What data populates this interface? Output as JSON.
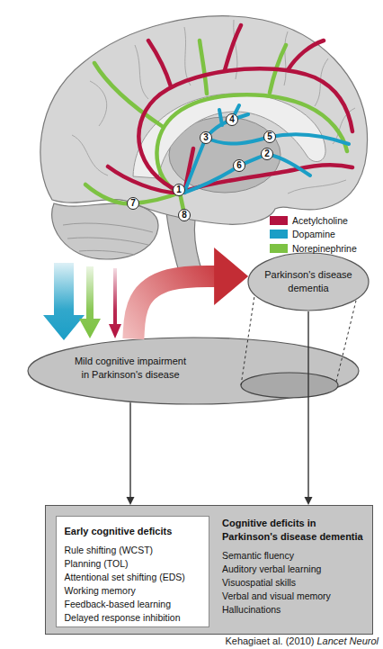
{
  "diagram": {
    "nodes": [
      {
        "text": [
          "Parkinson's disease dementia"
        ]
      },
      {
        "text": [
          "Mild cognitive impairment in Parkinson's disease"
        ]
      },
      {
        "text": [
          "Cognitive deficits in Parkinson's disease dementia",
          "Semantic fluency",
          "Auditory verbal learning",
          "Visuospatial skills",
          "Verbal and visual memory",
          "Hallucinations"
        ]
      },
      {
        "text": [
          "Early cognitive deficits",
          "Rule shifting (WCST)",
          "Planning (TOL)",
          "Attentional set shifting (EDS)",
          "Working memory",
          "Feedback-based learning",
          "Delayed response inhibition"
        ],
        "in": 2
      }
    ],
    "edges": [
      {
        "from": 1,
        "to": 0,
        "arrow": "to"
      },
      {
        "from": 1,
        "to": 2,
        "arrow": "to"
      },
      {
        "from": 0,
        "to": 2,
        "arrow": "to"
      }
    ],
    "labels": [
      "1",
      "2",
      "3",
      "4",
      "5",
      "6",
      "7",
      "8",
      "Kehagiaet al. (2010)",
      "Lancet Neurol"
    ],
    "legend": [
      {
        "text": "Acetylcholine",
        "color": "#b3123f"
      },
      {
        "text": "Dopamine",
        "color": "#1b9ec6"
      },
      {
        "text": "Norepinephrine",
        "color": "#7dc243"
      }
    ]
  }
}
